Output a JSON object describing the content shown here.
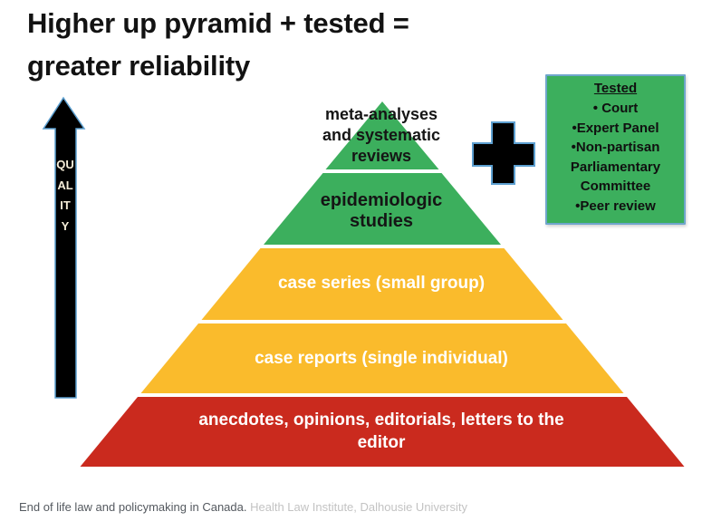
{
  "title": "Higher up pyramid + tested =\ngreater reliability",
  "quality_axis": {
    "label": "QUALITY",
    "direction": "up"
  },
  "pyramid": {
    "levels": [
      {
        "rank": 1,
        "label": "meta-analyses\nand systematic\nreviews",
        "band_color": "#3CAF5D",
        "text_color": "#151515"
      },
      {
        "rank": 2,
        "label": "epidemiologic\nstudies",
        "band_color": "#3CAF5D",
        "text_color": "#151515"
      },
      {
        "rank": 3,
        "label": "case series (small group)",
        "band_color": "#FABB2C",
        "text_color": "#FFFFFF"
      },
      {
        "rank": 4,
        "label": "case reports (single individual)",
        "band_color": "#FABB2C",
        "text_color": "#FFFFFF"
      },
      {
        "rank": 5,
        "label": "anecdotes, opinions, editorials, letters to the\neditor",
        "band_color": "#CA2A1E",
        "text_color": "#FFFFFF"
      }
    ]
  },
  "tested_box": {
    "title": "Tested",
    "items": [
      "• Court",
      "•Expert Panel",
      "•Non-partisan\nParliamentary\nCommittee",
      "•Peer review"
    ]
  },
  "footer": {
    "source_text": "End of life law and policymaking in Canada.",
    "source_link": "Health Law Institute, Dalhousie University"
  },
  "colors": {
    "green": "#3CAF5D",
    "yellow": "#FABB2C",
    "red": "#CA2A1E",
    "black": "#000000",
    "outline_blue": "#5C9FD0",
    "quality_letters": "#F5EDD8",
    "caption_text": "#54595F",
    "caption_link": "#C3C3C3"
  }
}
